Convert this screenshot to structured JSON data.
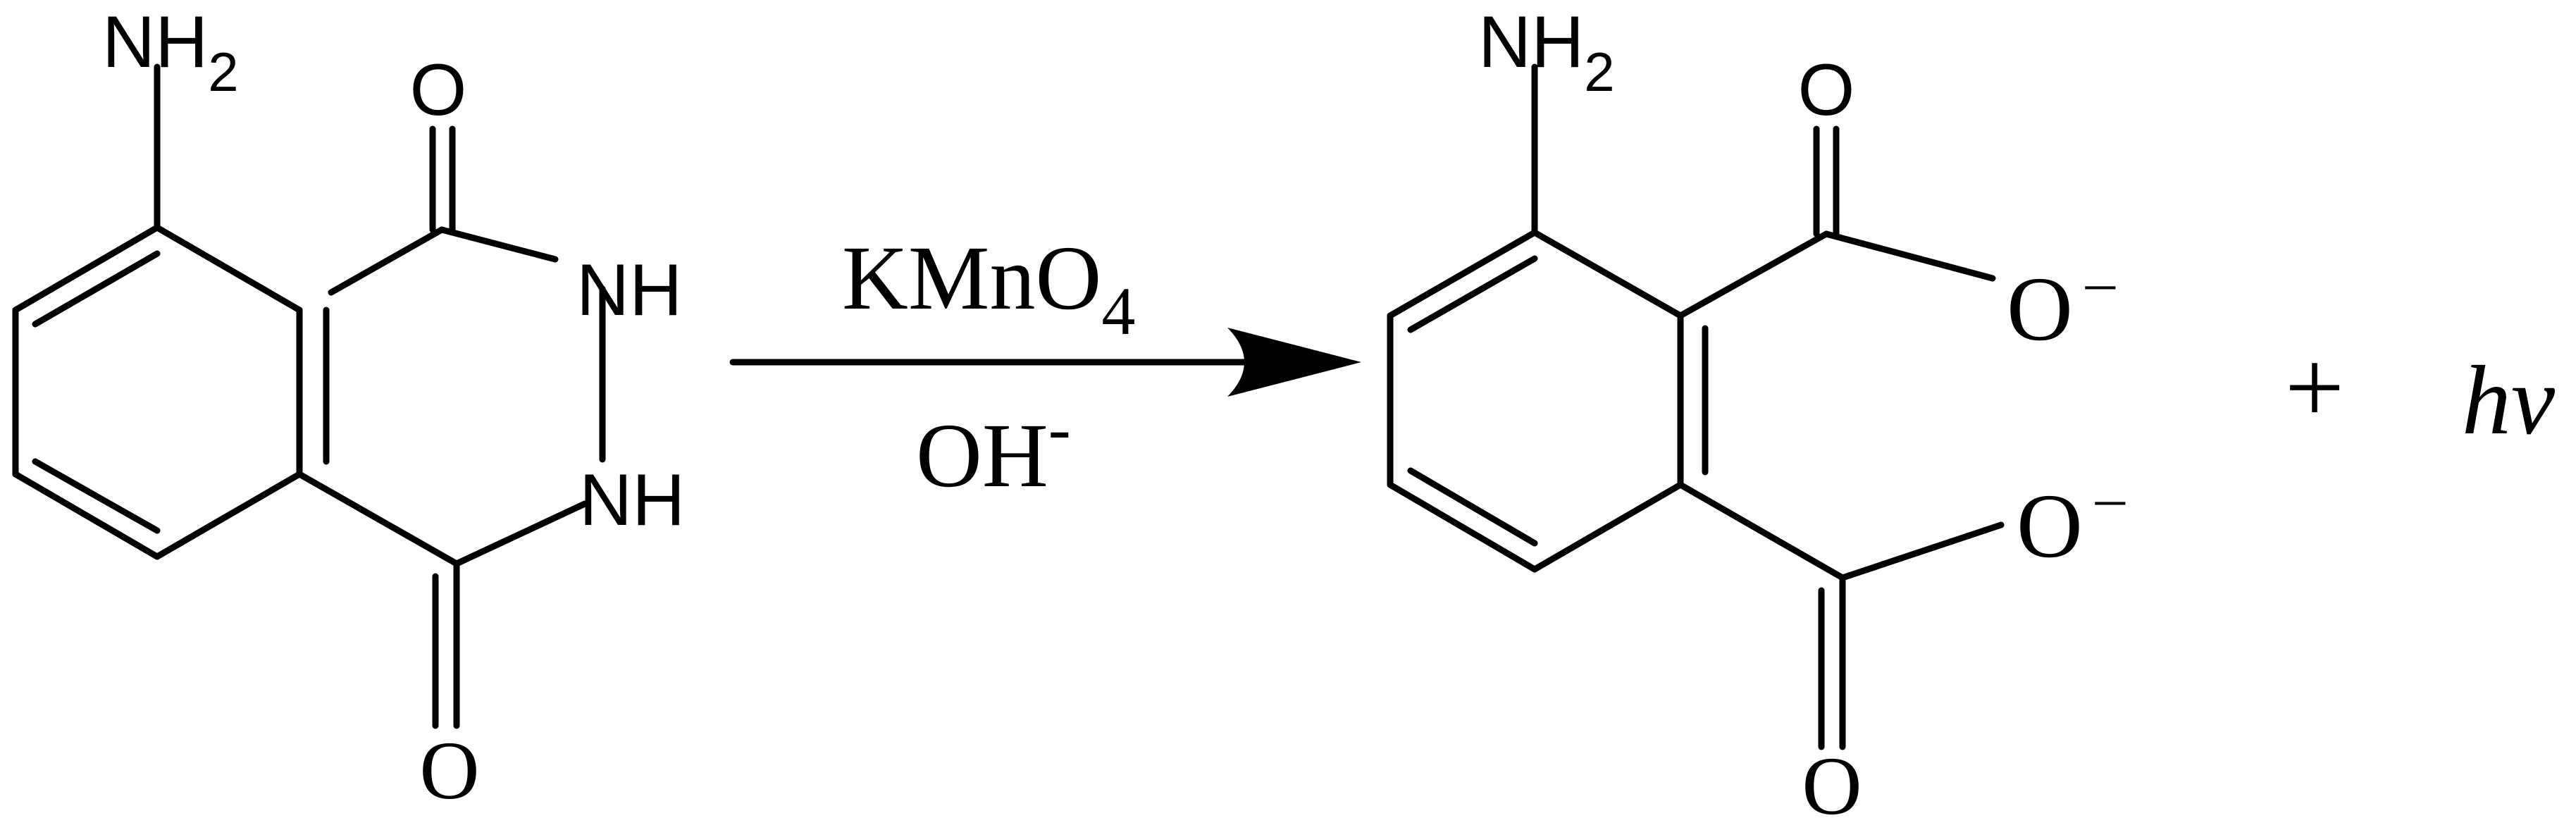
{
  "reactant": {
    "amine": {
      "symbol": "NH",
      "subscript": "2"
    },
    "carbonyl_top": "O",
    "carbonyl_bottom": "O",
    "imine_top": "NH",
    "imine_bottom": "NH"
  },
  "reagents": {
    "above_arrow": {
      "formula": "KMnO",
      "subscript": "4"
    },
    "below_arrow": {
      "formula": "OH",
      "superscript": "-"
    }
  },
  "product": {
    "amine": {
      "symbol": "NH",
      "subscript": "2"
    },
    "carbonyl_top": "O",
    "carbonyl_bottom": "O",
    "oxide_top": {
      "symbol": "O",
      "charge": "–"
    },
    "oxide_bottom": {
      "symbol": "O",
      "charge": "–"
    }
  },
  "plus_sign": "+",
  "light": "hν"
}
